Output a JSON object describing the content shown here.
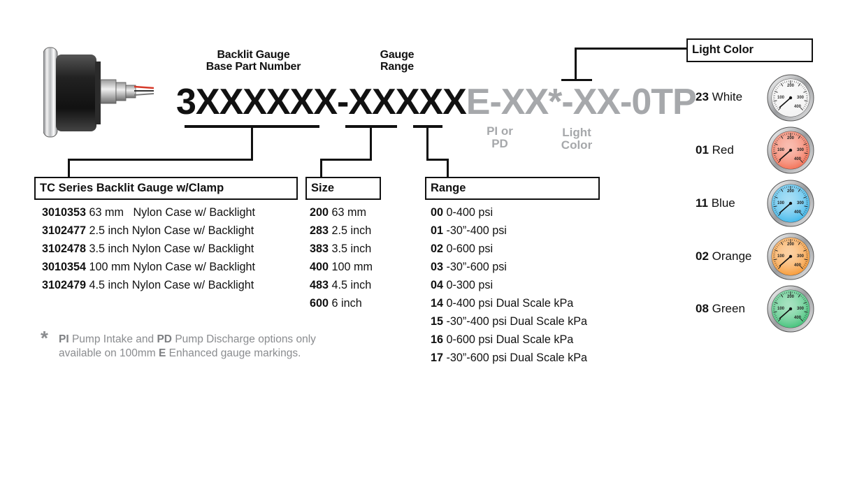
{
  "headers": {
    "base_line1": "Backlit Gauge",
    "base_line2": "Base Part Number",
    "range_line1": "Gauge",
    "range_line2": "Range"
  },
  "part_number": {
    "prefix": "3XXXXXX-XXXXX",
    "suffix": "E-XX*-XX-0TP"
  },
  "sub_labels": {
    "pi_line1": "PI or",
    "pi_line2": "PD",
    "light_line1": "Light",
    "light_line2": "Color"
  },
  "boxes": {
    "series": "TC Series Backlit Gauge w/Clamp",
    "size": "Size",
    "range": "Range",
    "light": "Light Color"
  },
  "series_items": [
    {
      "code": "3010353",
      "desc": "63 mm   Nylon Case w/ Backlight"
    },
    {
      "code": "3102477",
      "desc": "2.5 inch Nylon Case w/ Backlight"
    },
    {
      "code": "3102478",
      "desc": "3.5 inch Nylon Case w/ Backlight"
    },
    {
      "code": "3010354",
      "desc": "100 mm Nylon Case w/ Backlight"
    },
    {
      "code": "3102479",
      "desc": "4.5 inch Nylon Case w/ Backlight"
    }
  ],
  "size_items": [
    {
      "code": "200",
      "desc": "63 mm"
    },
    {
      "code": "283",
      "desc": "2.5 inch"
    },
    {
      "code": "383",
      "desc": "3.5 inch"
    },
    {
      "code": "400",
      "desc": "100 mm"
    },
    {
      "code": "483",
      "desc": "4.5 inch"
    },
    {
      "code": "600",
      "desc": "6 inch"
    }
  ],
  "range_items": [
    {
      "code": "00",
      "desc": "0-400 psi"
    },
    {
      "code": "01",
      "desc": "-30”-400 psi"
    },
    {
      "code": "02",
      "desc": "0-600 psi"
    },
    {
      "code": "03",
      "desc": "-30”-600 psi"
    },
    {
      "code": "04",
      "desc": "0-300 psi"
    },
    {
      "code": "14",
      "desc": "0-400 psi Dual Scale kPa"
    },
    {
      "code": "15",
      "desc": "-30”-400 psi Dual Scale kPa"
    },
    {
      "code": "16",
      "desc": "0-600 psi Dual Scale kPa"
    },
    {
      "code": "17",
      "desc": "-30”-600 psi Dual Scale kPa"
    }
  ],
  "light_colors": [
    {
      "code": "23",
      "name": "White",
      "color": "#f2f2f2",
      "tick_color": "#333333"
    },
    {
      "code": "01",
      "name": "Red",
      "color": "#f26b4f",
      "tick_color": "#222222"
    },
    {
      "code": "11",
      "name": "Blue",
      "color": "#39b5ea",
      "tick_color": "#222222"
    },
    {
      "code": "02",
      "name": "Orange",
      "color": "#f7962f",
      "tick_color": "#222222"
    },
    {
      "code": "08",
      "name": "Green",
      "color": "#3bbf74",
      "tick_color": "#222222"
    }
  ],
  "gauge_dial_text": {
    "top": "200",
    "left": "100",
    "right": "300",
    "bottom": "400"
  },
  "note": {
    "star": "*",
    "pi": "PI",
    "text1": " Pump Intake and ",
    "pd": "PD",
    "text2": " Pump Discharge options only",
    "text3": "available on 100mm ",
    "e": "E",
    "text4": " Enhanced gauge markings."
  }
}
